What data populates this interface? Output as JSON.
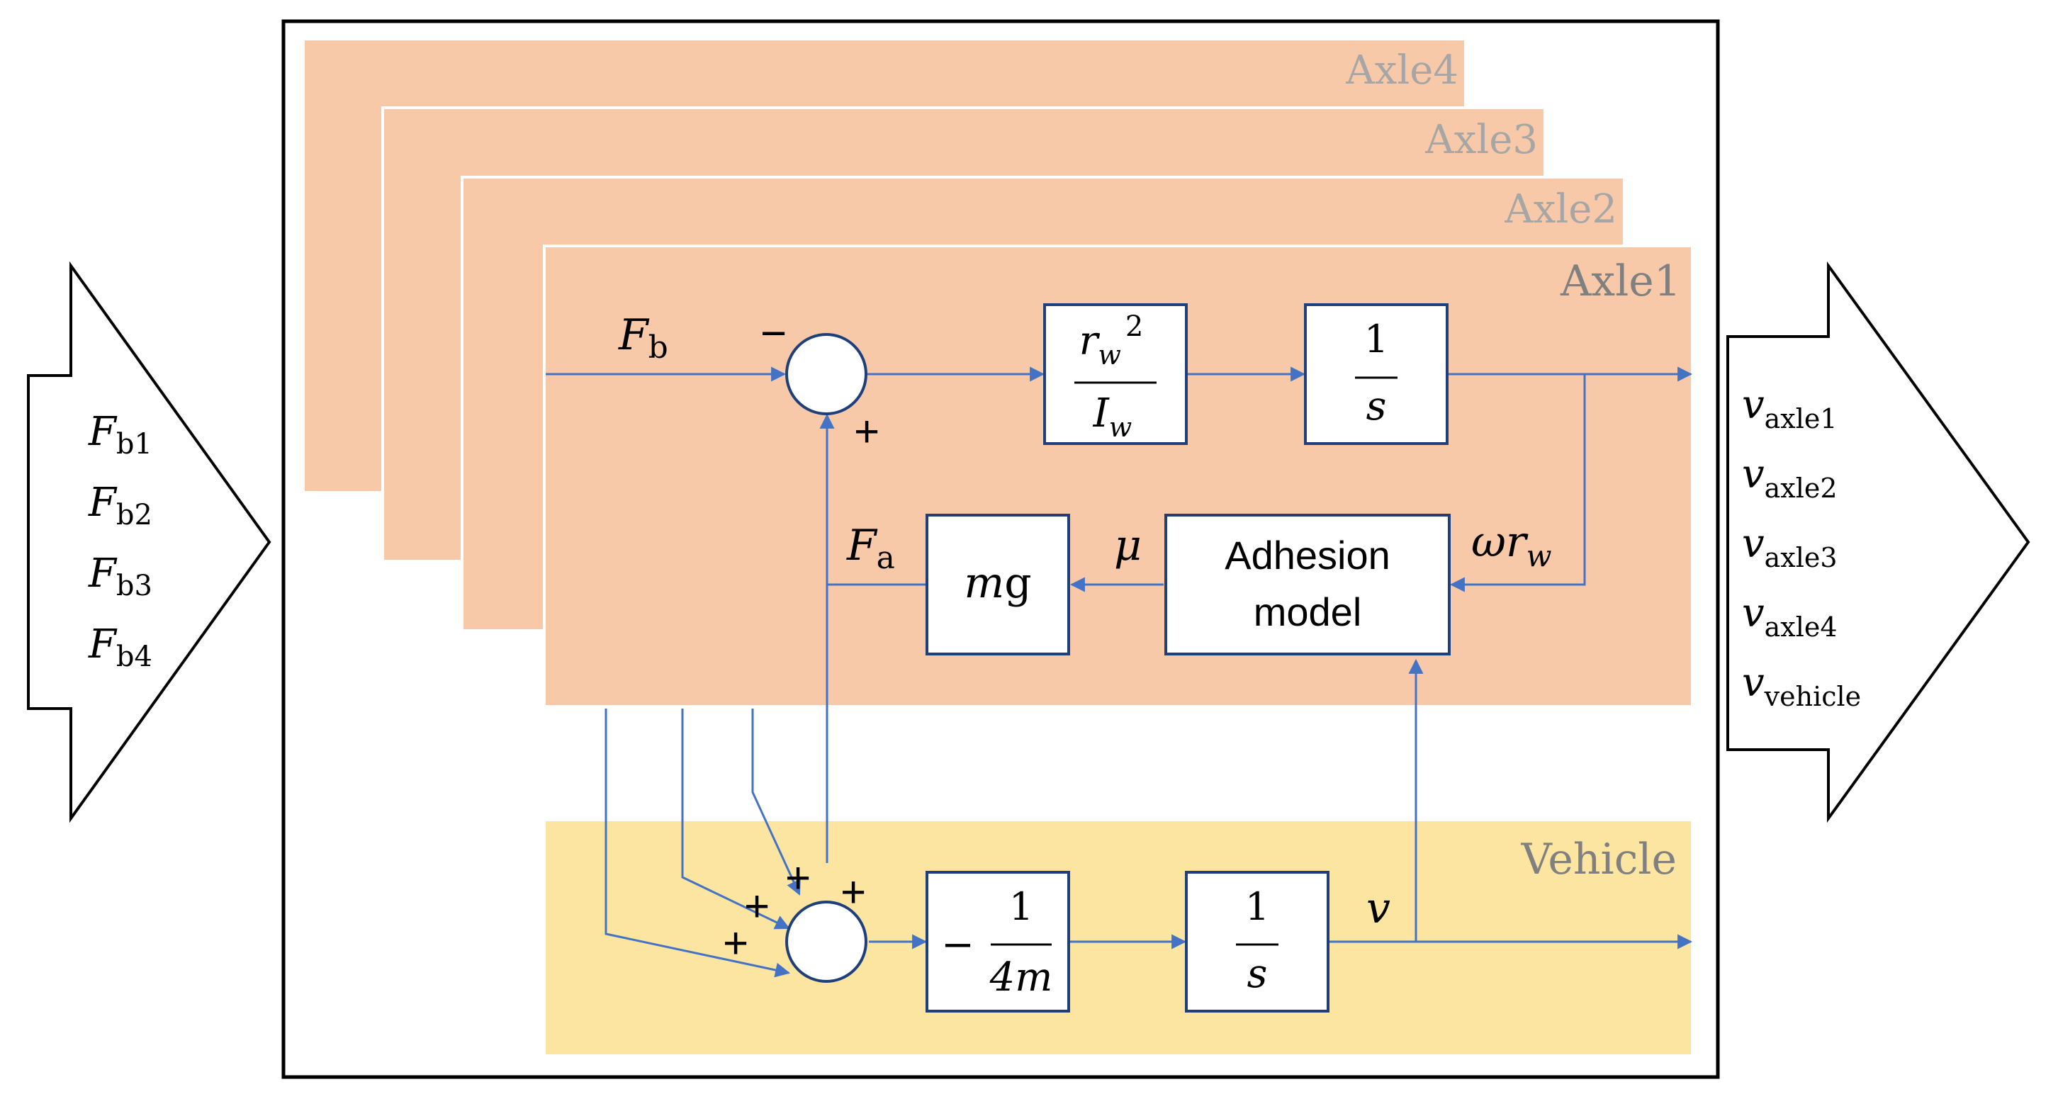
{
  "colors": {
    "axle_fill": "#F7C9A8",
    "vehicle_fill": "#FCE5A0",
    "line_blue": "#4472C4",
    "box_border": "#1F3F7A",
    "frame_black": "#000000",
    "faded_label": "#A6A6A6",
    "dark_label": "#808080"
  },
  "inputs": {
    "F": "F",
    "items": [
      "b1",
      "b2",
      "b3",
      "b4"
    ]
  },
  "outputs": {
    "v": "v",
    "items": [
      "axle1",
      "axle2",
      "axle3",
      "axle4",
      "vehicle"
    ]
  },
  "layers": {
    "axle4": "Axle4",
    "axle3": "Axle3",
    "axle2": "Axle2",
    "axle1": "Axle1",
    "vehicle": "Vehicle"
  },
  "axle1": {
    "Fb_main": "F",
    "Fb_sub": "b",
    "minus": "−",
    "plus": "+",
    "inertia_num": "r",
    "inertia_num_sub": "w",
    "inertia_num_sup": "2",
    "inertia_den": "I",
    "inertia_den_sub": "w",
    "integrator_num": "1",
    "integrator_den": "s",
    "Fa_main": "F",
    "Fa_sub": "a",
    "mu": "μ",
    "mg": "mg",
    "adhesion_line1": "Adhesion",
    "adhesion_line2": "model",
    "omega_r_main": "ωr",
    "omega_r_sub": "w"
  },
  "vehicle": {
    "plus1": "+",
    "plus2": "+",
    "plus3": "+",
    "plus4": "+",
    "gain_minus": "−",
    "gain_num": "1",
    "gain_den": "4m",
    "integrator_num": "1",
    "integrator_den": "s",
    "v": "v"
  }
}
